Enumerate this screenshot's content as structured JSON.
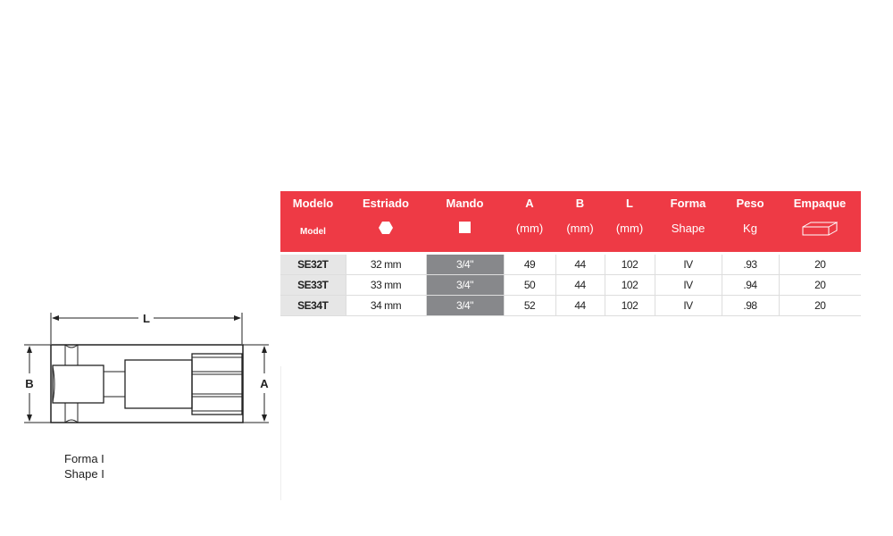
{
  "table": {
    "headers": [
      {
        "top": "Modelo",
        "bottom": "Model"
      },
      {
        "top": "Estriado",
        "bottom": "",
        "icon": "hexagon-icon"
      },
      {
        "top": "Mando",
        "bottom": "",
        "icon": "square-icon"
      },
      {
        "top": "A",
        "bottom": "(mm)"
      },
      {
        "top": "B",
        "bottom": "(mm)"
      },
      {
        "top": "L",
        "bottom": "(mm)"
      },
      {
        "top": "Forma",
        "bottom": "Shape"
      },
      {
        "top": "Peso",
        "bottom": "Kg"
      },
      {
        "top": "Empaque",
        "bottom": "",
        "icon": "box-icon"
      }
    ],
    "rows": [
      [
        "SE32T",
        "32 mm",
        "3/4\"",
        "49",
        "44",
        "102",
        "IV",
        ".93",
        "20"
      ],
      [
        "SE33T",
        "33 mm",
        "3/4\"",
        "50",
        "44",
        "102",
        "IV",
        ".94",
        "20"
      ],
      [
        "SE34T",
        "34 mm",
        "3/4\"",
        "52",
        "44",
        "102",
        "IV",
        ".98",
        "20"
      ]
    ],
    "colors": {
      "header": "#ee3a45",
      "mando": "#87888b",
      "model": "#e6e6e6"
    }
  },
  "diagram": {
    "dim_L": "L",
    "dim_A": "A",
    "dim_B": "B",
    "caption_line1": "Forma I",
    "caption_line2": "Shape I"
  }
}
